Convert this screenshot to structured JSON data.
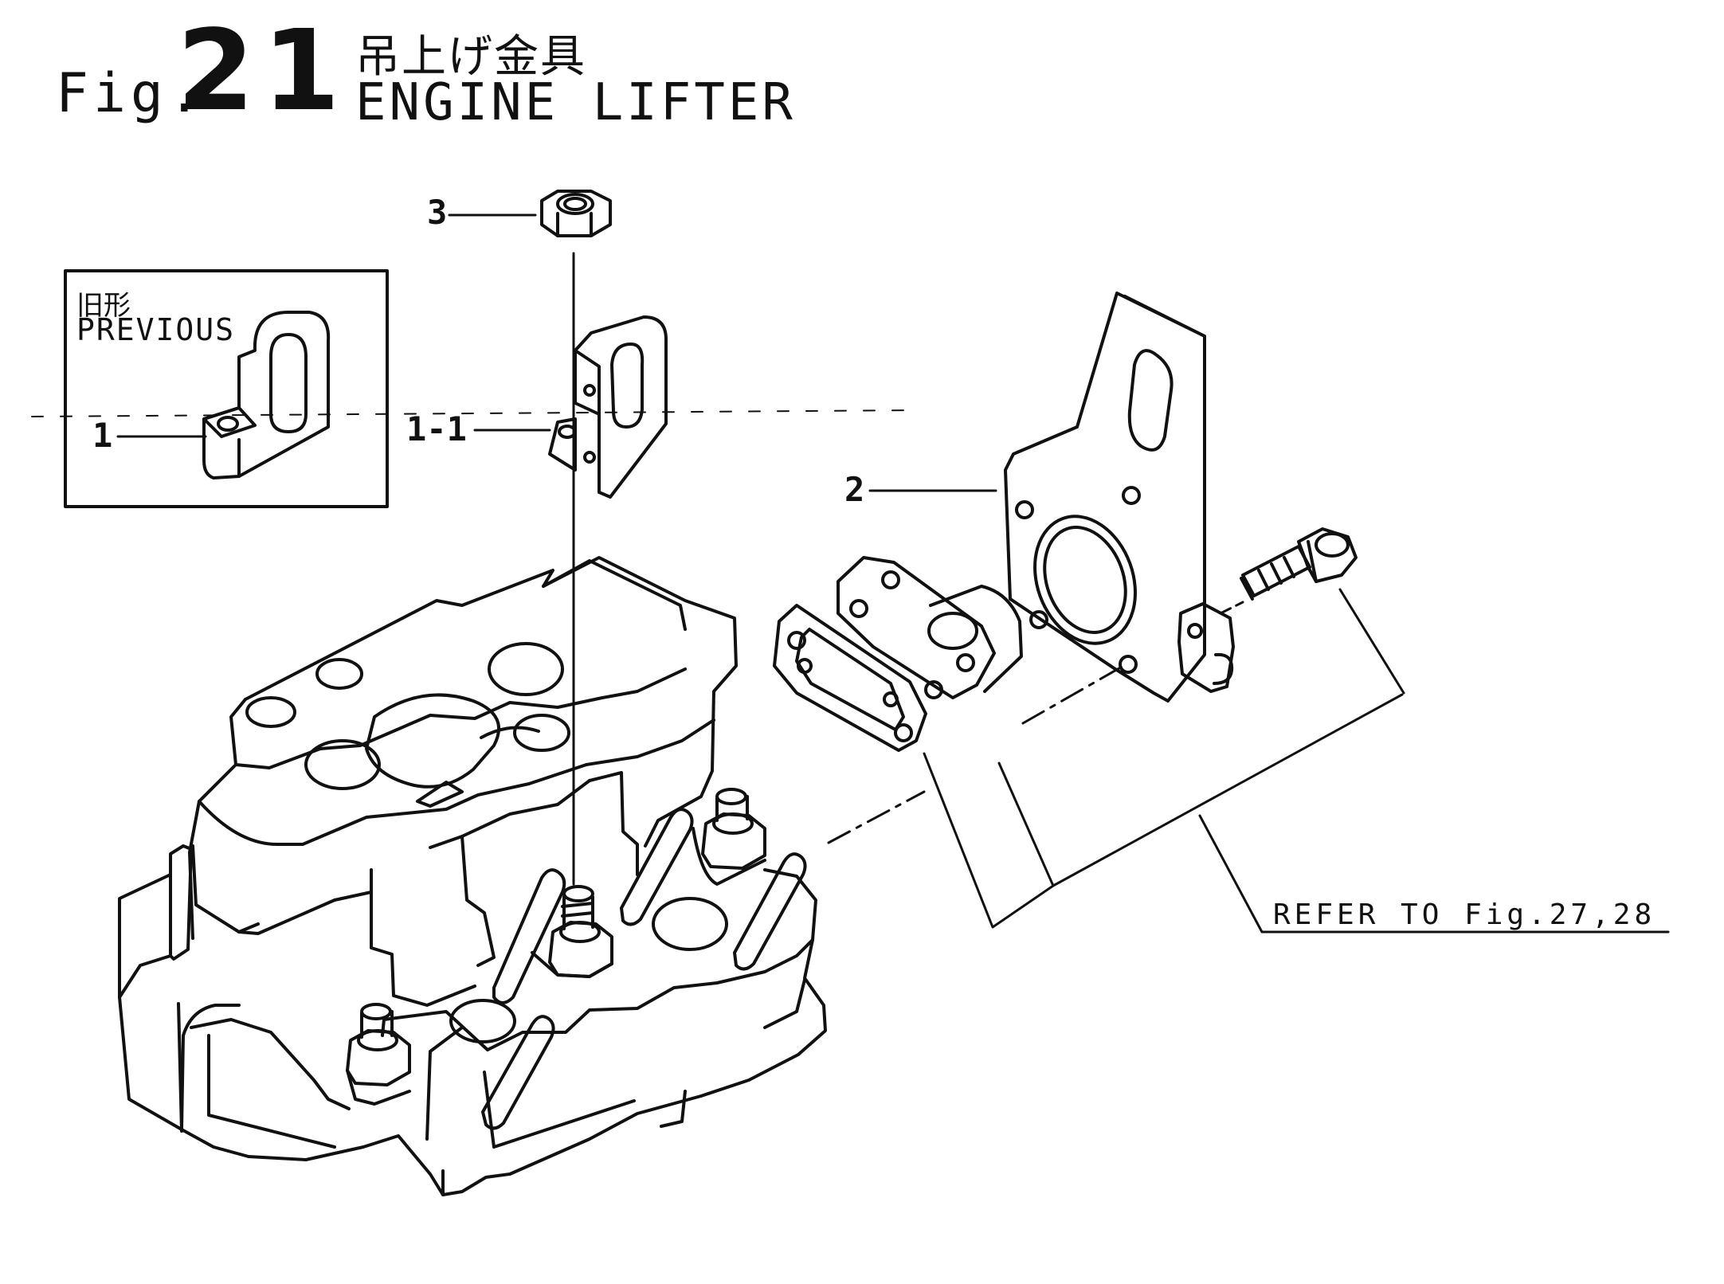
{
  "title": {
    "fig_prefix": "Fig.",
    "fig_number": "21",
    "name_jp": "吊上げ金具",
    "name_en": "ENGINE LIFTER"
  },
  "previous_box": {
    "label_jp": "旧形",
    "label_en": "PREVIOUS"
  },
  "callouts": {
    "part_1": "1",
    "part_1_1": "1-1",
    "part_2": "2",
    "part_3": "3"
  },
  "reference_note": "REFER TO Fig.27,28"
}
